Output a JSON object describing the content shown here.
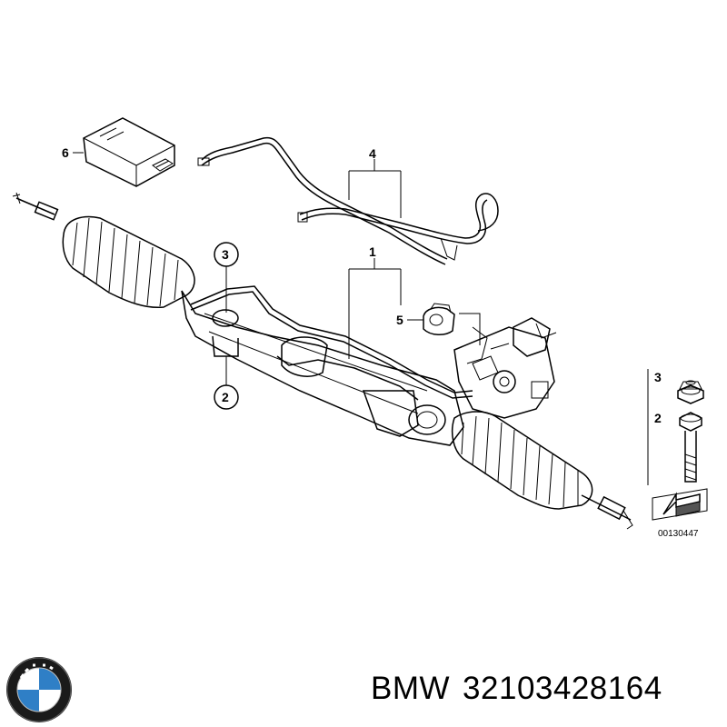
{
  "diagram": {
    "callouts": {
      "c1": "1",
      "c2": "2",
      "c3": "3",
      "c4": "4",
      "c5": "5",
      "c6": "6",
      "legend3": "3",
      "legend2": "2"
    },
    "drawing_number": "00130447"
  },
  "footer": {
    "brand": "BMW",
    "part_number": "32103428164"
  },
  "logo": {
    "name": "BMW roundel",
    "colors": {
      "blue": "#2f7fc6",
      "ring": "#1a1a1a",
      "white": "#ffffff"
    }
  }
}
